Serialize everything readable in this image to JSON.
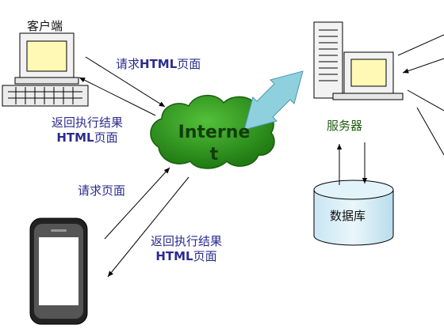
{
  "client": {
    "label": "客户端"
  },
  "server": {
    "label": "服务器"
  },
  "database": {
    "label": "数据库"
  },
  "cloud": {
    "label_line1": "Interne",
    "label_line2": "t"
  },
  "arrows": {
    "client_request": {
      "prefix": "请求",
      "bold": "HTML",
      "suffix": "页面"
    },
    "client_return": {
      "line1": "返回执行结果",
      "line2_bold": "HTML",
      "line2_suffix": "页面"
    },
    "phone_request": {
      "text": "请求页面"
    },
    "phone_return": {
      "line1": "返回执行结果",
      "line2_bold": "HTML",
      "line2_suffix": "页面"
    }
  },
  "colors": {
    "cloud_fill": "#2e9a1e",
    "link_arrow": "#8fd0de",
    "label_blue": "#2b2b8f",
    "label_green": "#1f5f12",
    "screen_fill": "#fff9b5"
  }
}
